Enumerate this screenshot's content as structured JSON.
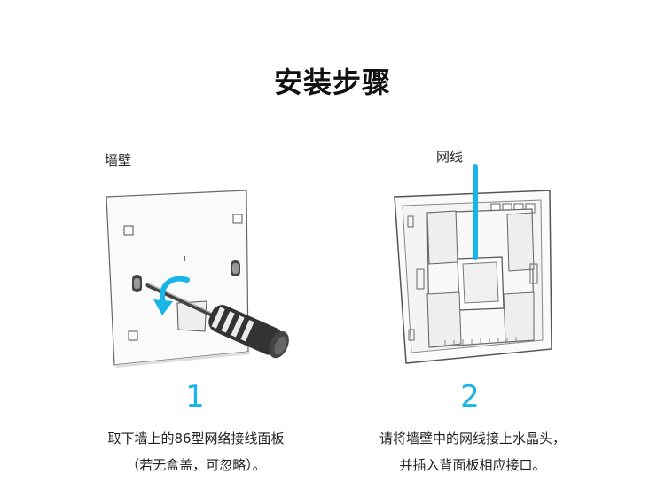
{
  "page": {
    "title": "安装步骤"
  },
  "steps": [
    {
      "number": "1",
      "tag": "墙壁",
      "caption_line1": "取下墙上的86型网络接线面板",
      "caption_line2": "（若无盒盖，可忽略）。"
    },
    {
      "number": "2",
      "tag": "网线",
      "caption_line1": "请将墙壁中的网线接上水晶头，",
      "caption_line2": "并插入背面板相应接口。"
    }
  ],
  "colors": {
    "accent": "#19b5e8",
    "text": "#222222"
  }
}
